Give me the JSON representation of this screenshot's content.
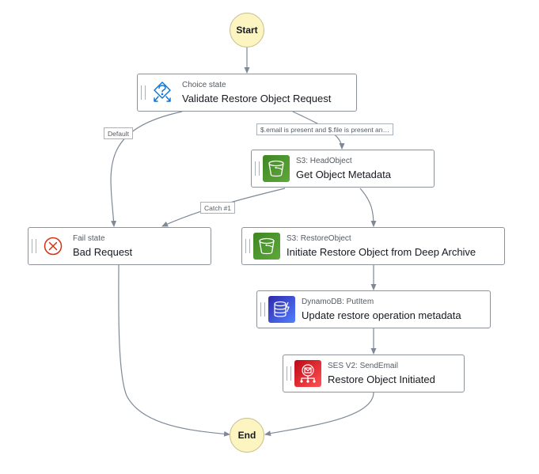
{
  "diagram": {
    "start_label": "Start",
    "end_label": "End",
    "states": [
      {
        "category": "Choice state",
        "name": "Validate Restore Object Request",
        "icon": "choice-icon"
      },
      {
        "category": "S3: HeadObject",
        "name": "Get Object Metadata",
        "icon": "s3-bucket-icon",
        "color": "#3f8624"
      },
      {
        "category": "Fail state",
        "name": "Bad Request",
        "icon": "fail-x-icon",
        "color": "#d13212"
      },
      {
        "category": "S3: RestoreObject",
        "name": "Initiate Restore Object from Deep Archive",
        "icon": "s3-bucket-icon",
        "color": "#3f8624"
      },
      {
        "category": "DynamoDB: PutItem",
        "name": "Update restore operation metadata",
        "icon": "dynamodb-icon",
        "color": "#2e27ad"
      },
      {
        "category": "SES V2: SendEmail",
        "name": "Restore Object Initiated",
        "icon": "ses-email-icon",
        "color": "#bd0816"
      }
    ],
    "edge_labels": {
      "default": "Default",
      "choice_rule": "$.email is present and $.file is present an…",
      "catch": "Catch #1"
    },
    "colors": {
      "terminal_fill": "#fcf5c2",
      "edge": "#7d8998",
      "choice_icon": "#0972d3"
    }
  }
}
